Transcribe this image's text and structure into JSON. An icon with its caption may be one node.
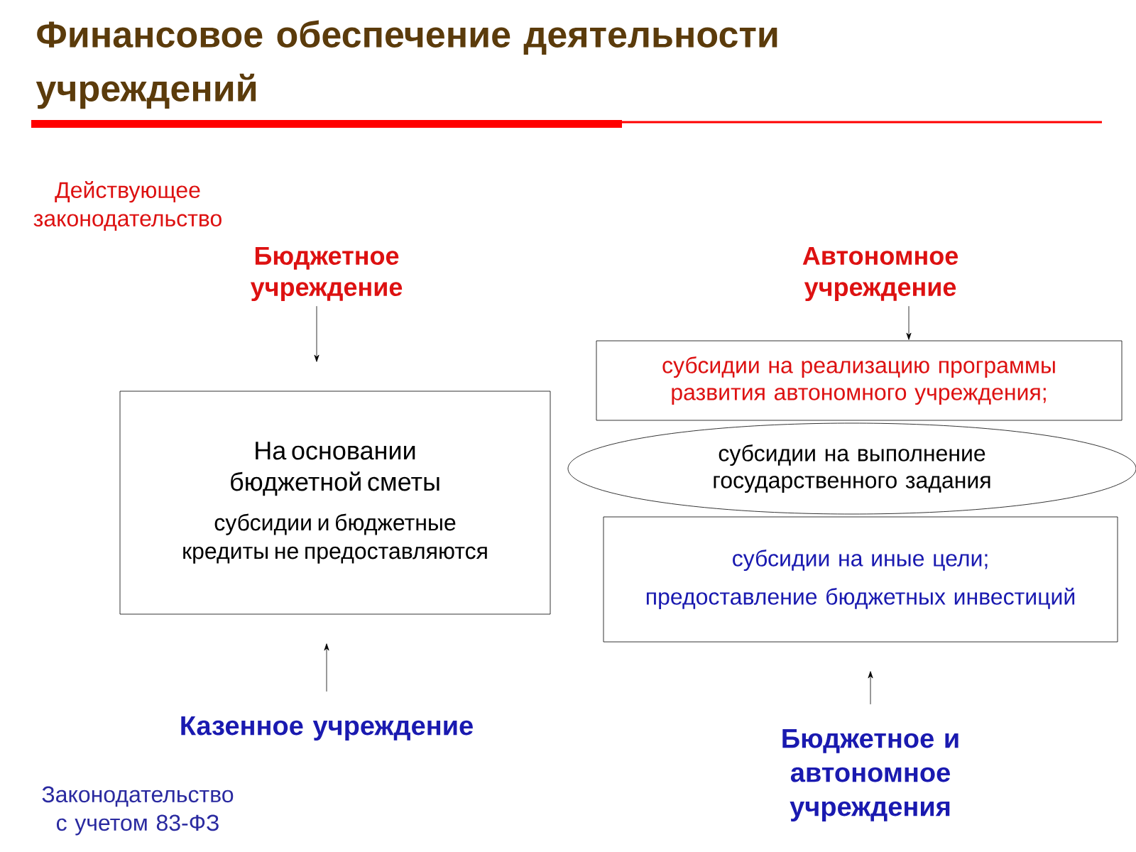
{
  "diagram": {
    "title": "Финансовое обеспечение деятельности учреждений",
    "nodes": [
      {
        "text": [
          "Бюджетное учреждение"
        ]
      },
      {
        "text": [
          "Автономное учреждение"
        ]
      },
      {
        "text": [
          "На основании бюджетной сметы",
          "субсидии и бюджетные кредиты не предоставляются"
        ]
      },
      {
        "text": [
          "субсидии на реализацию программы развития автономного учреждения;"
        ]
      },
      {
        "text": [
          "субсидии на выполнение государственного задания"
        ]
      },
      {
        "text": [
          "субсидии на иные цели;",
          "предоставление бюджетных инвестиций"
        ]
      },
      {
        "text": [
          "Казенное учреждение"
        ]
      },
      {
        "text": [
          "Бюджетное и автономное учреждения"
        ]
      }
    ],
    "edges": [
      {
        "from": 0,
        "to": 2,
        "arrow": "to"
      },
      {
        "from": 1,
        "to": 3,
        "arrow": "to"
      },
      {
        "from": 6,
        "to": 2,
        "arrow": "to"
      },
      {
        "from": 7,
        "to": 5,
        "arrow": "to"
      }
    ],
    "labels": [
      "Действующее законодательство",
      "Законодательство с учетом 83-ФЗ"
    ]
  }
}
